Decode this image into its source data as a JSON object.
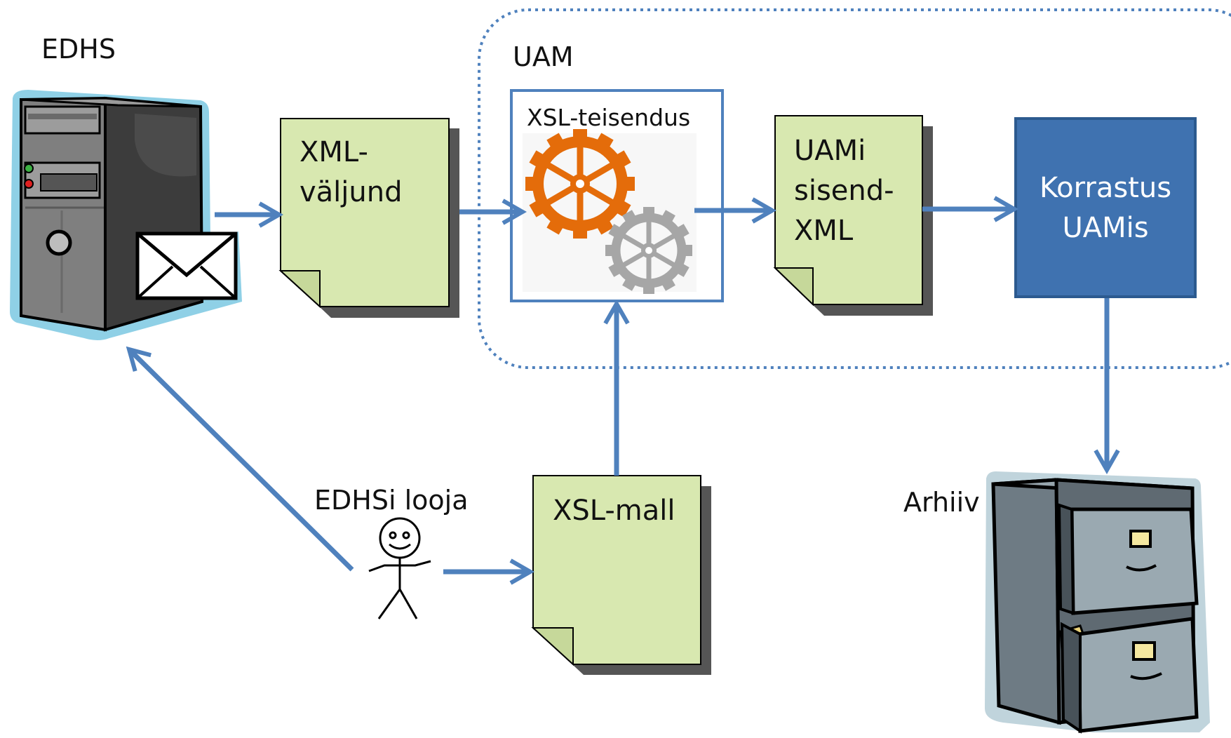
{
  "labels": {
    "edhs": "EDHS",
    "uam": "UAM",
    "xsl_transform": "XSL-teisendus",
    "edhs_creator": "EDHSi looja",
    "archive": "Arhiiv"
  },
  "documents": {
    "xml_output": [
      "XML-",
      "väljund"
    ],
    "uam_input_xml": [
      "UAMi",
      "sisend-",
      "XML"
    ],
    "xsl_template": [
      "XSL-mall"
    ]
  },
  "process": {
    "arrangement": [
      "Korrastus",
      "UAMis"
    ]
  },
  "colors": {
    "doc_fill": "#d8e8b0",
    "doc_shadow": "#555555",
    "arrow": "#4f81bd",
    "process_fill": "#3f72b0",
    "process_border": "#2c5a8f",
    "frame_border": "#4f81bd",
    "gear_orange": "#e46c0a",
    "gear_gray": "#a6a6a6",
    "server_outline": "#8fd0e6"
  },
  "icons": [
    "server-icon",
    "envelope-icon",
    "gear-orange-icon",
    "gear-gray-icon",
    "stick-figure-icon",
    "filing-cabinet-icon"
  ]
}
